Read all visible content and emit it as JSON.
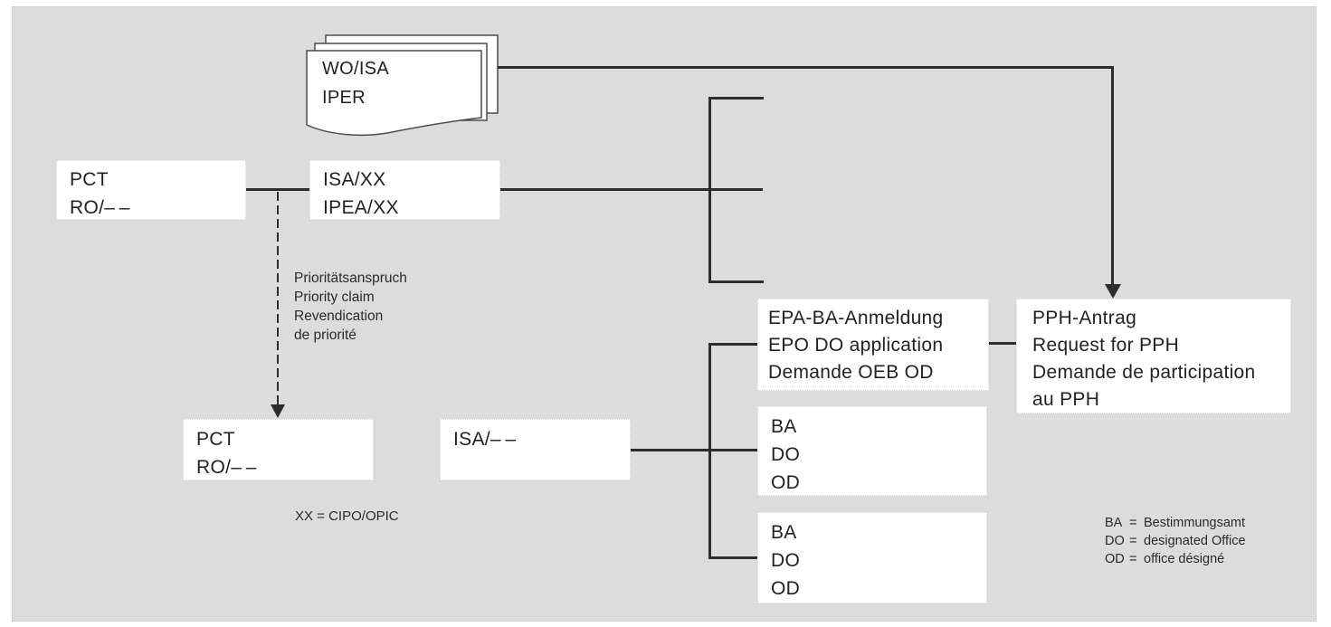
{
  "colors": {
    "background": "#dcdcdc",
    "box_fill": "#ffffff",
    "line": "#2d2d2d",
    "text": "#1f1f1f"
  },
  "document_stack": {
    "lines": [
      "WO/ISA",
      "IPER"
    ]
  },
  "boxes": {
    "pct_upper": {
      "lines": [
        "PCT",
        "RO/– –"
      ]
    },
    "isa_xx": {
      "lines": [
        "ISA/XX",
        "IPEA/XX"
      ]
    },
    "pct_lower": {
      "lines": [
        "PCT",
        "RO/– –"
      ]
    },
    "isa_dash": {
      "lines": [
        "ISA/– –"
      ]
    },
    "epa": {
      "lines": [
        "EPA-BA-Anmeldung",
        "EPO DO application",
        "Demande OEB OD"
      ]
    },
    "pph": {
      "lines": [
        "PPH-Antrag",
        "Request for PPH",
        "Demande de participation",
        "au PPH"
      ]
    },
    "ba_top": {
      "lines": [
        "BA",
        "DO",
        "OD"
      ]
    },
    "ba_bottom": {
      "lines": [
        "BA",
        "DO",
        "OD"
      ]
    }
  },
  "annotations": {
    "priority_claim": {
      "lines": [
        "Prioritätsanspruch",
        "Priority claim",
        "Revendication",
        "de priorité"
      ]
    },
    "xx_note": "XX = CIPO/OPIC",
    "legend": [
      {
        "abbr": "BA",
        "eq": "=",
        "term": "Bestimmungsamt"
      },
      {
        "abbr": "DO",
        "eq": "=",
        "term": "designated Office"
      },
      {
        "abbr": "OD",
        "eq": "=",
        "term": "office désigné"
      }
    ]
  }
}
